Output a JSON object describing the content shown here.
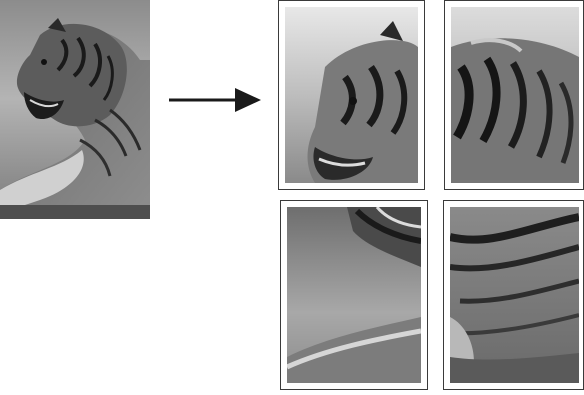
{
  "figure": {
    "description_colors": {
      "sky_light": "#e6e6e6",
      "sky_dark": "#9a9a9a",
      "fur_dark": "#1e1e1e",
      "fur_mid": "#6e6e6e",
      "fur_light": "#c8c8c8",
      "ground": "#5a5a5a",
      "arrow": "#1a1a1a",
      "sheet_border": "#3a3a3a"
    },
    "source_image": {
      "icon": "tiger-photo"
    },
    "arrow": {
      "icon": "right-arrow-icon"
    },
    "tiles": [
      {
        "icon": "tiger-head-tile-icon",
        "position": "top-left"
      },
      {
        "icon": "tiger-mane-tile-icon",
        "position": "top-right"
      },
      {
        "icon": "tiger-jaw-tile-icon",
        "position": "bottom-left"
      },
      {
        "icon": "tiger-body-tile-icon",
        "position": "bottom-right"
      }
    ]
  }
}
